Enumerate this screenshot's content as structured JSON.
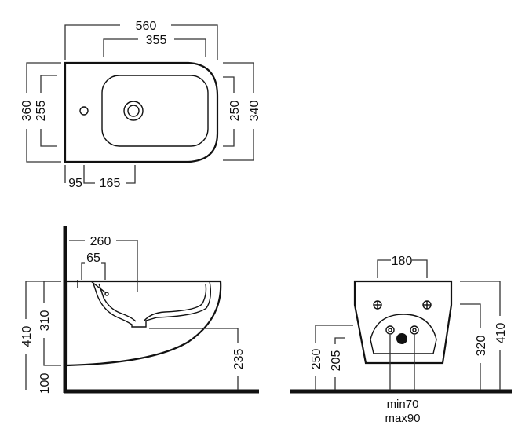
{
  "top_view": {
    "overall_width": "560",
    "bowl_width": "355",
    "overall_depth": "360",
    "bowl_depth": "255",
    "right_inner": "250",
    "right_outer": "340",
    "tap_offset": "95",
    "bowl_offset": "165"
  },
  "side_view": {
    "depth": "260",
    "tap_depth": "65",
    "total_height": "410",
    "bowl_height": "310",
    "bottom_clearance": "100",
    "waste_height": "235"
  },
  "front_view": {
    "fixing_spacing": "180",
    "height_250": "250",
    "height_205": "205",
    "height_320": "320",
    "height_410": "410",
    "min_label": "min70",
    "max_label": "max90"
  },
  "colors": {
    "line": "#111111",
    "background": "#ffffff"
  }
}
